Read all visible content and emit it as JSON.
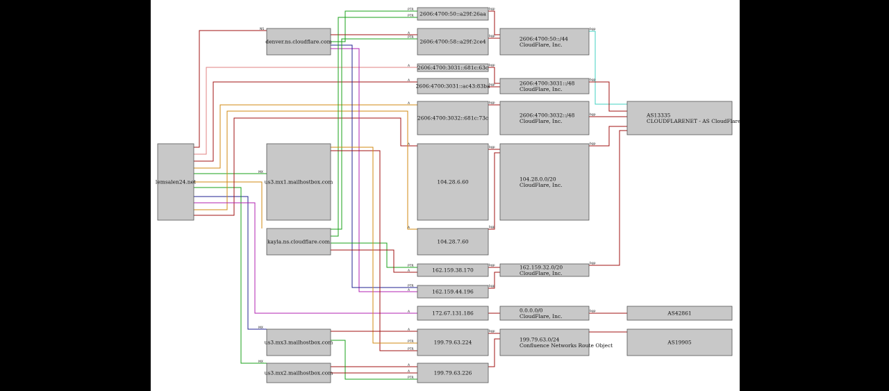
{
  "title": "",
  "colors": {
    "red": "#a01010",
    "green": "#18a018",
    "orange": "#d08a10",
    "blue": "#202090",
    "magenta": "#b020b0",
    "pink": "#e08080",
    "cyan": "#40d0c0",
    "lightgreen": "#60c060"
  },
  "nodes": {
    "domain": "lemsalen24.net",
    "denver": "denver.ns.cloudflare.com",
    "kayla": "kayla.ns.cloudflare.com",
    "mx1": "us3.mx1.mailhostbox.com",
    "mx3": "us3.mx3.mailhostbox.com",
    "mx2": "us3.mx2.mailhostbox.com",
    "ip6_1": "2606:4700:50::a29f:26aa",
    "ip6_2": "2606:4700:58::a29f:2ce4",
    "ip6_3": "2606:4700:3031::681c:63c",
    "ip6_4": "2606:4700:3031::ac43:83ba",
    "ip6_5": "2606:4700:3032::681c:73c",
    "ip4_1": "104.28.6.60",
    "ip4_2": "104.28.7.60",
    "ip4_3": "162.159.38.170",
    "ip4_4": "162.159.44.196",
    "ip4_5": "172.67.131.186",
    "ip4_6": "199.79.63.224",
    "ip4_7": "199.79.63.226",
    "net_1": [
      "2606:4700:50::/44",
      "CloudFlare, Inc."
    ],
    "net_2": [
      "2606:4700:3031::/48",
      "CloudFlare, Inc."
    ],
    "net_3": [
      "2606:4700:3032::/48",
      "CloudFlare, Inc."
    ],
    "net_4": [
      "104.28.0.0/20",
      "CloudFlare, Inc."
    ],
    "net_5": [
      "162.159.32.0/20",
      "CloudFlare, Inc."
    ],
    "net_6": [
      "0.0.0.0/0",
      "CloudFlare, Inc."
    ],
    "net_7": [
      "199.79.63.0/24",
      "Confluence Networks Route Object"
    ],
    "as_1": [
      "AS13335",
      "CLOUDFLARENET - AS CloudFlare, Inc."
    ],
    "as_2": "AS42861",
    "as_3": "AS19905"
  },
  "edge_labels": {
    "ns": "NS",
    "a": "A",
    "aaaa": "A",
    "mx": "MX",
    "ptr": "PTR",
    "bgp": "bgp"
  }
}
